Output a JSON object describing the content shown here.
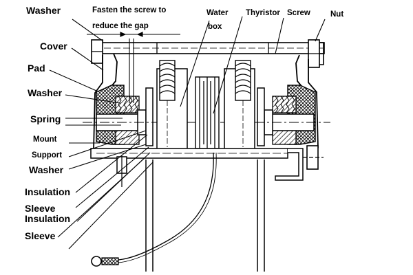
{
  "labels": {
    "washer_top": "Washer",
    "fasten_line1": "Fasten the screw to",
    "fasten_line2": "reduce the gap",
    "water_line1": "Water",
    "water_line2": "box",
    "thyristor": "Thyristor",
    "screw": "Screw",
    "nut": "Nut",
    "cover": "Cover",
    "pad": "Pad",
    "washer_mid": "Washer",
    "spring": "Spring",
    "mount": "Mount",
    "support": "Support",
    "washer_low": "Washer",
    "insulation_1": "Insulation",
    "sleeve_1": "Sleeve",
    "insulation_2": "Insulation",
    "sleeve_2": "Sleeve"
  },
  "colors": {
    "ink": "#000000",
    "background": "#ffffff"
  }
}
